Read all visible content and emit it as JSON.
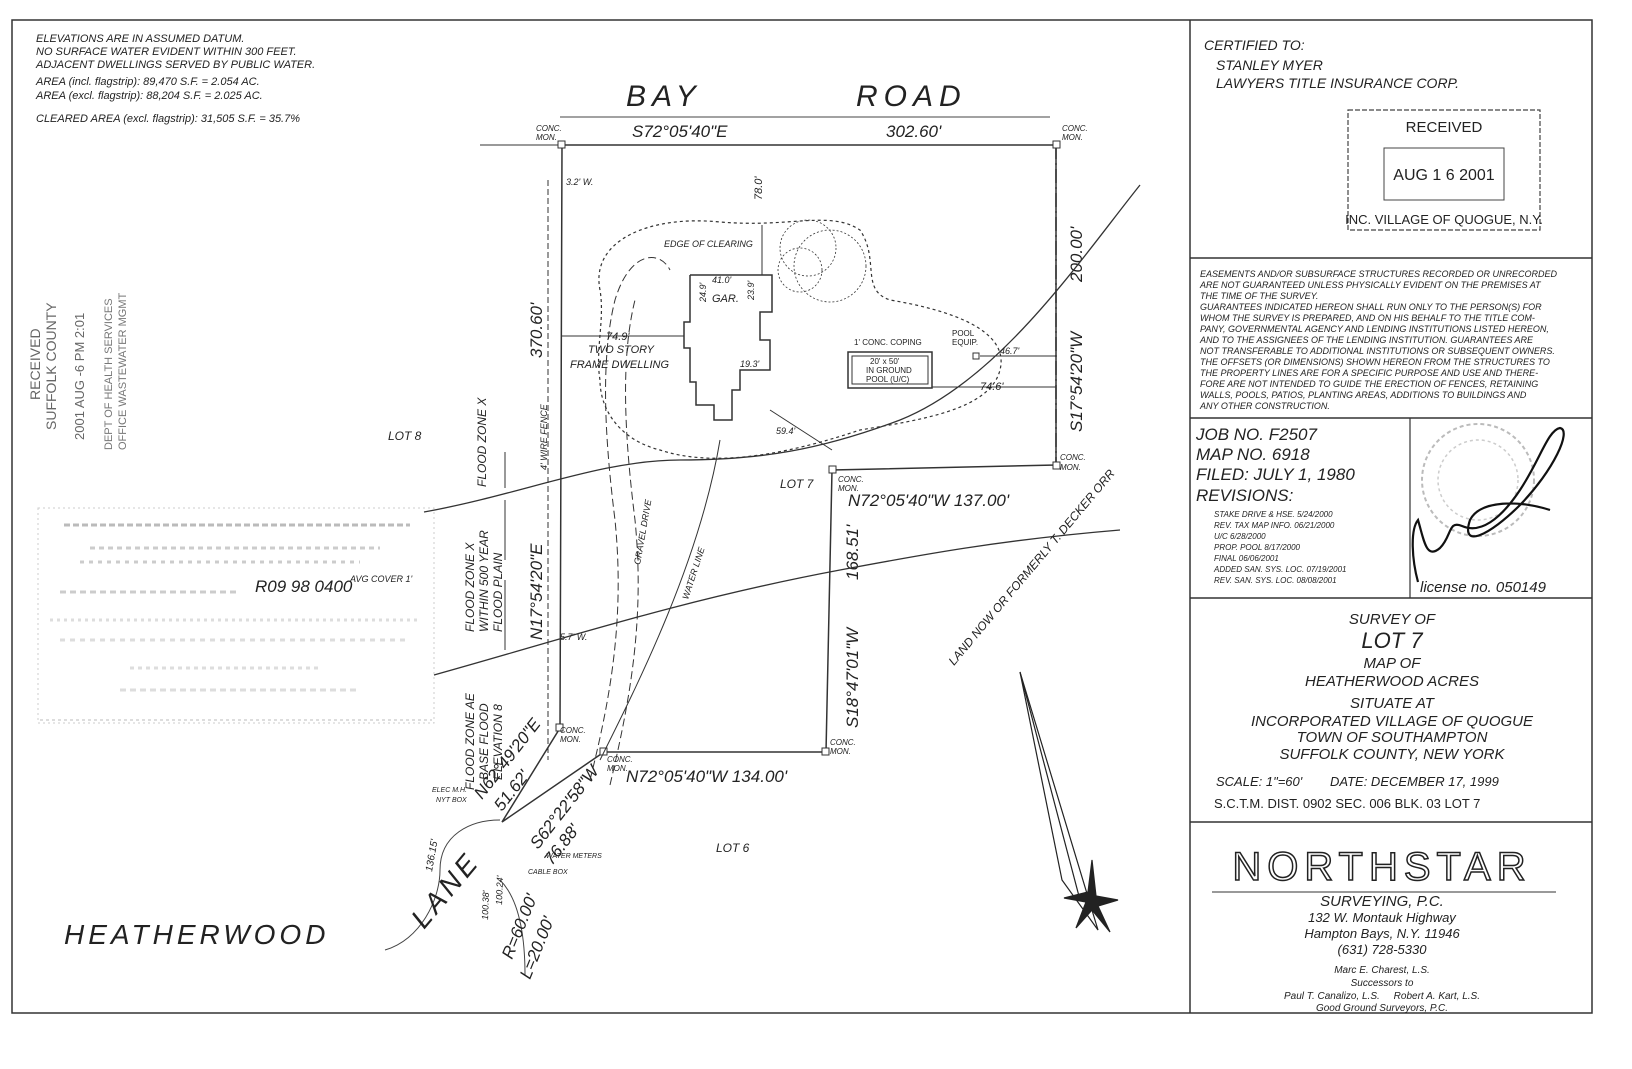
{
  "notes": {
    "lines": [
      "ELEVATIONS ARE IN ASSUMED DATUM.",
      "NO SURFACE WATER EVIDENT WITHIN 300 FEET.",
      "ADJACENT DWELLINGS SERVED BY PUBLIC WATER.",
      "AREA (incl. flagstrip): 89,470 S.F. = 2.054 AC.",
      "AREA (excl. flagstrip): 88,204 S.F. = 2.025 AC.",
      "CLEARED AREA (excl. flagstrip): 31,505 S.F. = 35.7%"
    ]
  },
  "stamps": {
    "suffolk_1": "RECEIVED",
    "suffolk_2": "SUFFOLK COUNTY",
    "suffolk_3": "2001 AUG -6 PM 2:01",
    "suffolk_4": "DEPT OF HEALTH SERVICES",
    "suffolk_5": "OFFICE WASTEWATER MGMT",
    "ref_number": "R09 98 0400",
    "cover": "AVG COVER 1'"
  },
  "roads": {
    "bay_1": "BAY",
    "bay_2": "ROAD",
    "heatherwood_1": "HEATHERWOOD",
    "heatherwood_2": "LANE"
  },
  "bearings": {
    "north": "S72°05'40\"E",
    "north_dist": "302.60'",
    "east": "S17°54'20\"W",
    "east_dist": "200.00'",
    "mid": "N72°05'40\"W 137.00'",
    "inner_w": "S18°47'01\"W",
    "inner_w_dist": "168.51'",
    "south": "N72°05'40\"W 134.00'",
    "west": "N17°54'20\"E",
    "west_dist": "370.60'",
    "flag_1": "N62°49'20\"E",
    "flag_1_dist": "51.62'",
    "flag_2": "S62°22'58\"W",
    "flag_2_dist": "76.88'",
    "radius": "R=60.00'",
    "arc": "L=20.00'"
  },
  "labels": {
    "conc_mon": "CONC. MON.",
    "conc": "CONC.",
    "mon": "MON.",
    "lot6": "LOT 6",
    "lot7": "LOT 7",
    "lot8": "LOT 8",
    "land_now": "LAND NOW OR FORMERLY T. DECKER ORR",
    "flood_x": "FLOOD ZONE X",
    "flood_x500_1": "FLOOD ZONE X",
    "flood_x500_2": "WITHIN 500 YEAR",
    "flood_x500_3": "FLOOD PLAIN",
    "flood_ae_1": "FLOOD ZONE AE",
    "flood_ae_2": "BASE FLOOD",
    "flood_ae_3": "ELEVATION 8",
    "wire_fence": "4' WIRE FENCE",
    "gravel_drive": "GRAVEL DRIVE",
    "water_line": "WATER LINE",
    "edge_clearing": "EDGE OF CLEARING",
    "gar": "GAR.",
    "dwelling_1": "TWO STORY",
    "dwelling_2": "FRAME DWELLING",
    "coping": "1' CONC. COPING",
    "pool_1": "20' x 50'",
    "pool_2": "IN GROUND",
    "pool_3": "POOL (U/C)",
    "pool_equip_1": "POOL",
    "pool_equip_2": "EQUIP.",
    "elec": "ELEC M.H.",
    "nyt": "NYT BOX",
    "water_meters": "WATER METERS",
    "cable_box": "CABLE BOX",
    "d_749": "74.9'",
    "d_746": "74.6'",
    "d_467": "46.7'",
    "d_780": "78.0'",
    "d_410": "41.0'",
    "d_239": "23.9'",
    "d_249": "24.9'",
    "d_193": "19.3'",
    "d_594": "59.4'",
    "d_32w": "3.2' W.",
    "d_57w": "5.7' W.",
    "d_13615": "136.15'",
    "d_10038": "100.38'",
    "d_10024": "100.24'"
  },
  "titleblock": {
    "certified_to": "CERTIFIED TO:",
    "cert_1": "STANLEY MYER",
    "cert_2": "LAWYERS TITLE INSURANCE CORP.",
    "received": "RECEIVED",
    "received_date": "AUG 1 6 2001",
    "village_stamp": "INC. VILLAGE OF QUOGUE, N.Y.",
    "easement_lines": [
      "EASEMENTS AND/OR SUBSURFACE STRUCTURES RECORDED OR UNRECORDED",
      "ARE NOT GUARANTEED UNLESS PHYSICALLY EVIDENT ON THE PREMISES AT",
      "THE TIME OF THE SURVEY.",
      "GUARANTEES INDICATED HEREON SHALL RUN ONLY TO THE PERSON(S) FOR",
      "WHOM THE SURVEY IS PREPARED, AND ON HIS BEHALF TO THE TITLE COM-",
      "PANY, GOVERNMENTAL AGENCY AND LENDING INSTITUTIONS LISTED HEREON,",
      "AND TO THE ASSIGNEES OF THE LENDING INSTITUTION. GUARANTEES ARE",
      "NOT TRANSFERABLE TO ADDITIONAL INSTITUTIONS OR SUBSEQUENT OWNERS.",
      "THE OFFSETS (OR DIMENSIONS) SHOWN HEREON FROM THE STRUCTURES TO",
      "THE PROPERTY LINES ARE FOR A SPECIFIC PURPOSE AND USE AND THERE-",
      "FORE ARE NOT INTENDED TO GUIDE THE ERECTION OF FENCES, RETAINING",
      "WALLS, POOLS, PATIOS, PLANTING AREAS, ADDITIONS TO BUILDINGS AND",
      "ANY OTHER CONSTRUCTION."
    ],
    "job_no": "JOB NO. F2507",
    "map_no": "MAP NO. 6918",
    "filed": "FILED: JULY 1, 1980",
    "revisions": "REVISIONS:",
    "revision_lines": [
      "STAKE DRIVE & HSE. 5/24/2000",
      "REV. TAX MAP INFO. 06/21/2000",
      "U/C 6/28/2000",
      "PROP. POOL 8/17/2000",
      "FINAL 06/06/2001",
      "ADDED SAN. SYS. LOC. 07/19/2001",
      "REV. SAN. SYS. LOC. 08/08/2001"
    ],
    "license": "license no. 050149",
    "survey_of": "SURVEY OF",
    "lot": "LOT 7",
    "map_of": "MAP OF",
    "acres": "HEATHERWOOD ACRES",
    "situate": "SITUATE AT",
    "village": "INCORPORATED VILLAGE OF QUOGUE",
    "town": "TOWN OF SOUTHAMPTON",
    "county": "SUFFOLK COUNTY, NEW YORK",
    "scale": "SCALE: 1\"=60'",
    "date": "DATE: DECEMBER 17, 1999",
    "sctm": "S.C.T.M. DIST. 0902 SEC. 006 BLK. 03 LOT 7",
    "firm": "NORTHSTAR",
    "firm_sub": "SURVEYING, P.C.",
    "addr_1": "132 W. Montauk Highway",
    "addr_2": "Hampton Bays, N.Y. 11946",
    "phone": "(631) 728-5330",
    "principal": "Marc E. Charest, L.S.",
    "successors": "Successors to",
    "pred": "Paul T. Canalizo, L.S.     Robert A. Kart, L.S.",
    "pred_firm": "Good Ground Surveyors, P.C."
  }
}
